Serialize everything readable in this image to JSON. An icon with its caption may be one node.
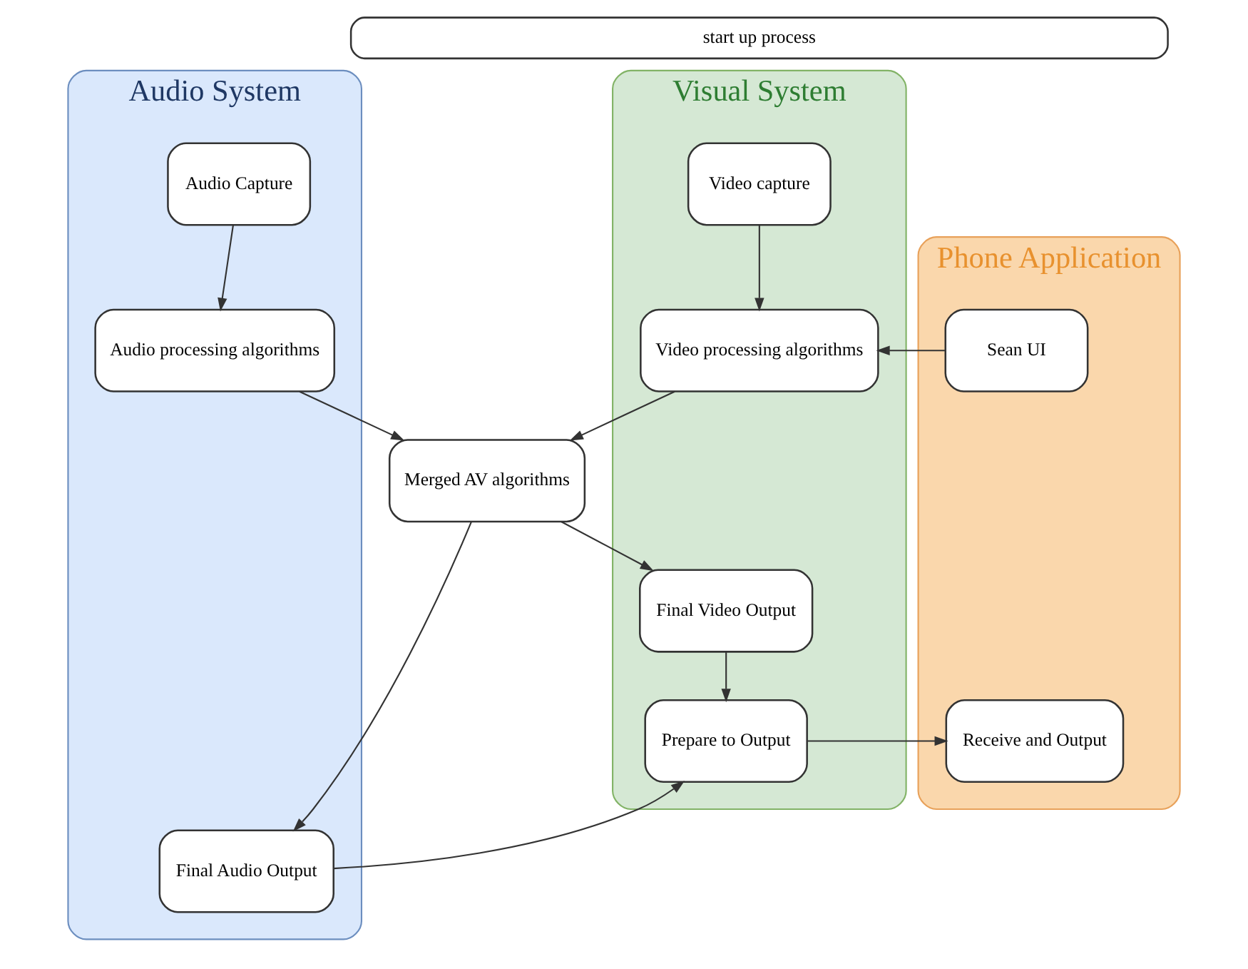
{
  "diagram": {
    "nodes": [
      {
        "text": [
          "Phone Application"
        ]
      },
      {
        "text": [
          "Visual System"
        ]
      },
      {
        "text": [
          "Audio System"
        ]
      },
      {
        "text": [
          "start up process"
        ]
      },
      {
        "text": [
          "Sean UI"
        ],
        "in": 0
      },
      {
        "text": [
          "Video capture"
        ],
        "in": 1
      },
      {
        "text": [
          "Video processing algorithms"
        ],
        "in": 1
      },
      {
        "text": [
          "Audio Capture"
        ],
        "in": 2
      },
      {
        "text": [
          "Audio processing algorithms"
        ],
        "in": 2
      },
      {
        "text": [
          "Merged AV algorithms"
        ]
      },
      {
        "text": [
          "Final Video Output"
        ],
        "in": 1
      },
      {
        "text": [
          "Final Audio Output"
        ],
        "in": 2
      },
      {
        "text": [
          "Receive and Output"
        ],
        "in": 0
      },
      {
        "text": [
          "Prepare to Output"
        ],
        "in": 1
      }
    ],
    "edges": [
      {
        "from": 5,
        "to": 6,
        "arrow": "to"
      },
      {
        "from": 4,
        "to": 6,
        "arrow": "to"
      },
      {
        "from": 7,
        "to": 8,
        "arrow": "to"
      },
      {
        "from": 6,
        "to": 9,
        "arrow": "to"
      },
      {
        "from": 8,
        "to": 9,
        "arrow": "to"
      },
      {
        "from": 9,
        "to": 10,
        "arrow": "to"
      },
      {
        "from": 9,
        "to": 11,
        "arrow": "to"
      },
      {
        "from": 10,
        "to": 13,
        "arrow": "to"
      },
      {
        "from": 11,
        "to": 13,
        "arrow": "to"
      },
      {
        "from": 13,
        "to": 12,
        "arrow": "to"
      }
    ]
  }
}
